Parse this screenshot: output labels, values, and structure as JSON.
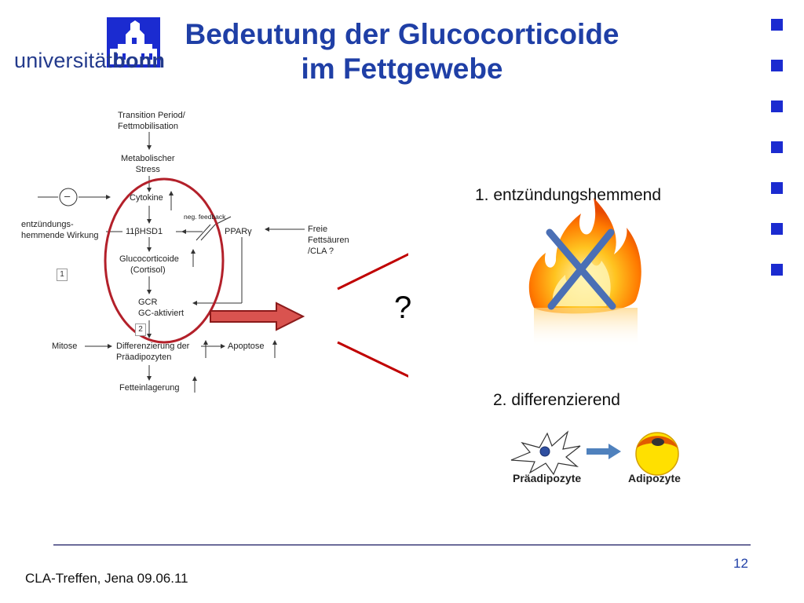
{
  "title": {
    "line1": "Bedeutung der Glucocorticoide",
    "line2": "im Fettgewebe"
  },
  "logo": {
    "part1": "universität",
    "part2": "bonn"
  },
  "flow": {
    "transition": [
      "Transition Period/",
      "Fettmobilisation"
    ],
    "stress": [
      "Metabolischer",
      "Stress"
    ],
    "cytokine": "Cytokine",
    "minus": "–",
    "antiinflam": [
      "entzündungs-",
      "hemmende Wirkung"
    ],
    "neg_feedback": "neg. feedback",
    "hsd": "11βHSD1",
    "ppar": "PPARγ",
    "freie": [
      "Freie",
      "Fettsäuren",
      "/CLA ?"
    ],
    "gluco": [
      "Glucocorticoide",
      "(Cortisol)"
    ],
    "box1": "1",
    "gcr": [
      "GCR",
      "GC-aktiviert"
    ],
    "box2": "2",
    "mitose": "Mitose",
    "diff": [
      "Differenzierung der",
      "Präadipozyten"
    ],
    "apoptose": "Apoptose",
    "fett": "Fetteinlagerung"
  },
  "question": "?",
  "right": {
    "label1": "1. entzündungshemmend",
    "label2": "2. differenzierend",
    "cell1": "Präadipozyte",
    "cell2": "Adipozyte"
  },
  "footer": {
    "text": "CLA-Treffen, Jena 09.06.11",
    "page": "12"
  },
  "colors": {
    "title_blue": "#1f3fa6",
    "square_blue": "#1b2bd0",
    "arrow_red": "#c00000",
    "circle_red": "#b3202a",
    "cross_blue": "#4a6fb5"
  }
}
